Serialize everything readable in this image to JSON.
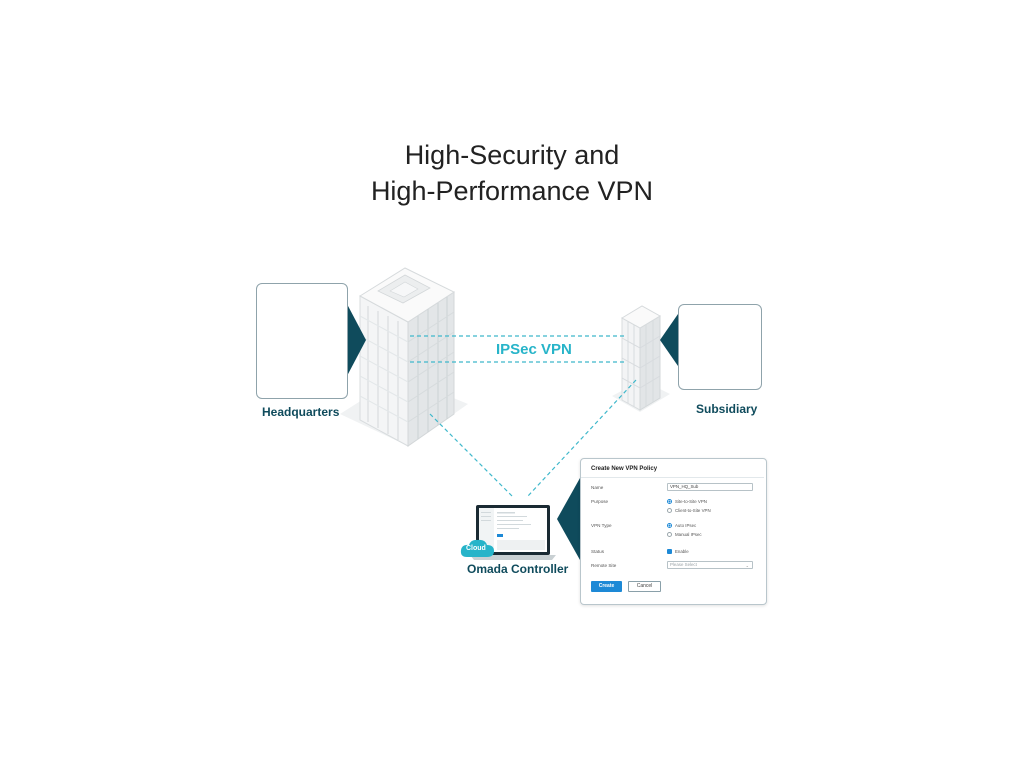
{
  "title": {
    "line1": "High-Security and",
    "line2": "High-Performance VPN"
  },
  "nodes": {
    "headquarters": "Headquarters",
    "subsidiary": "Subsidiary",
    "controller": "Omada Controller"
  },
  "link_label": "IPSec VPN",
  "cloud_badge": "Cloud",
  "form": {
    "title": "Create New VPN Policy",
    "name_label": "Name",
    "name_value": "VPN_HQ_Sub",
    "purpose_label": "Purpose",
    "purpose_options": [
      "Site-to-Site VPN",
      "Client-to-Site VPN"
    ],
    "vpn_type_label": "VPN Type",
    "vpn_type_options": [
      "Auto IPsec",
      "Manual IPsec"
    ],
    "status_label": "Status",
    "status_value": "Enable",
    "remote_site_label": "Remote Site",
    "remote_site_placeholder": "Please Select",
    "create_label": "Create",
    "cancel_label": "Cancel"
  },
  "colors": {
    "accent_teal": "#27b4c9",
    "label_navy": "#0f4b5c",
    "button_blue": "#1d89d6"
  },
  "icons": {
    "headquarters_devices": "desktop-monitor-icon",
    "subsidiary_devices": [
      "laptop-icon",
      "phone-icon"
    ],
    "cloud": "cloud-icon"
  }
}
